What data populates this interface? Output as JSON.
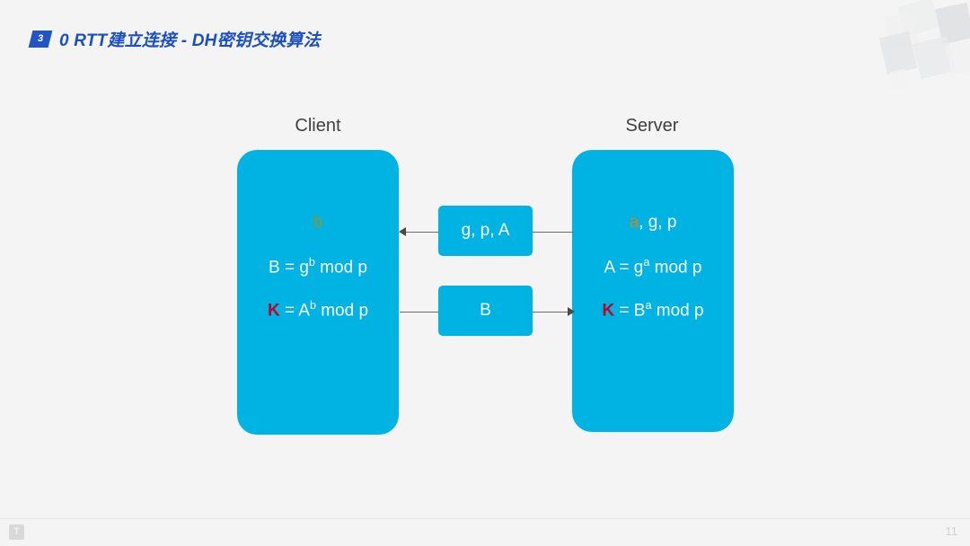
{
  "slide": {
    "background_color": "#f4f4f4",
    "accent_color": "#00b3e3",
    "title_color": "#1b4fc0"
  },
  "header": {
    "badge_number": "3",
    "title": "0 RTT建立连接 - DH密钥交换算法"
  },
  "diagram": {
    "type": "sequence-diagram",
    "client": {
      "label": "Client",
      "lines": [
        {
          "prefix": "b",
          "prefix_color": "#98931e",
          "rest": ""
        },
        {
          "prefix": "",
          "rest": "B = g",
          "sup": "b",
          "tail": " mod p"
        },
        {
          "prefix": "K",
          "prefix_color": "#bb0629",
          "rest": " = A",
          "sup": "b",
          "tail": " mod p"
        }
      ],
      "secret_var": "b",
      "public_formula": "B = g^b mod p",
      "shared_key_formula": "K = A^b mod p"
    },
    "server": {
      "label": "Server",
      "lines": [
        {
          "prefix": "a",
          "prefix_color": "#c58a1c",
          "rest": ", g, p"
        },
        {
          "prefix": "",
          "rest": "A = g",
          "sup": "a",
          "tail": " mod p"
        },
        {
          "prefix": "K",
          "prefix_color": "#bb0629",
          "rest": " = B",
          "sup": "a",
          "tail": " mod p"
        }
      ],
      "secret_var": "a",
      "params": "a, g, p",
      "public_formula": "A = g^a mod p",
      "shared_key_formula": "K = B^a mod p"
    },
    "messages": [
      {
        "label": "g, p, A",
        "direction": "server-to-client"
      },
      {
        "label": "B",
        "direction": "client-to-server"
      }
    ]
  },
  "footer": {
    "logo_glyph": "T",
    "page_number": "11"
  }
}
